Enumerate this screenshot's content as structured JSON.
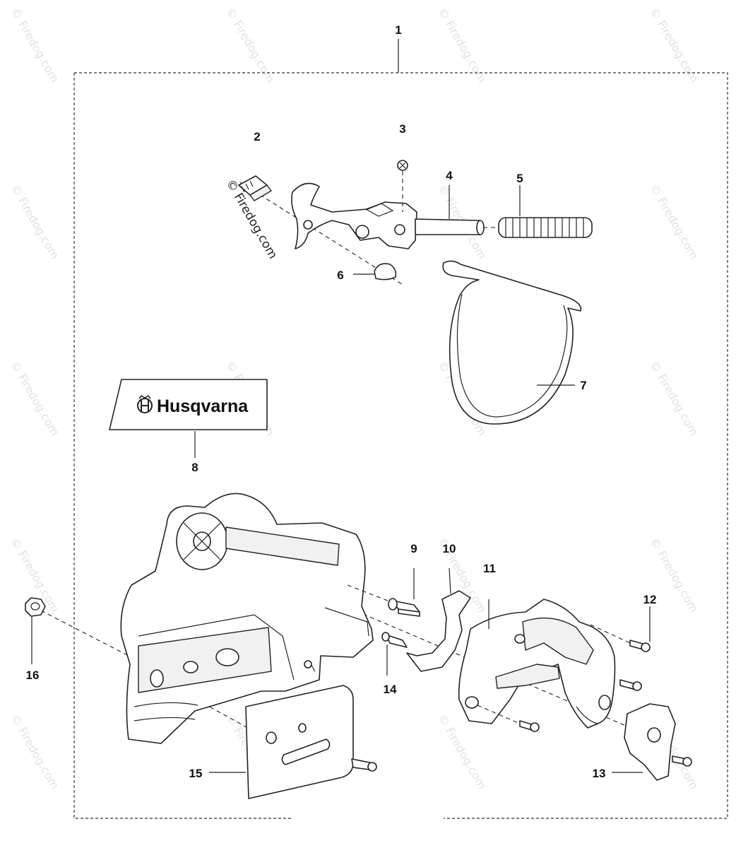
{
  "watermark": {
    "text": "© Firedog.com"
  },
  "logo": {
    "brand_text": "Husqvarna"
  },
  "callouts": {
    "c1": "1",
    "c2": "2",
    "c3": "3",
    "c4": "4",
    "c5": "5",
    "c6": "6",
    "c7": "7",
    "c8": "8",
    "c9": "9",
    "c10": "10",
    "c11": "11",
    "c12": "12",
    "c13": "13",
    "c14": "14",
    "c15": "15",
    "c16": "16"
  }
}
